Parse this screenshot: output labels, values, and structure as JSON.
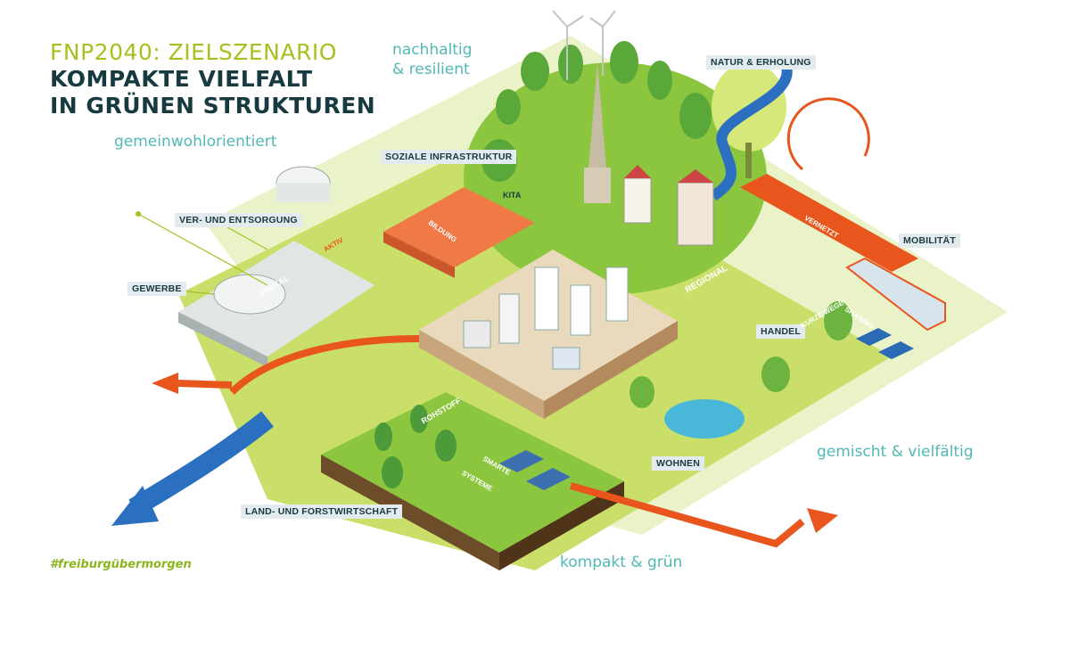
{
  "title": {
    "line1": "FNP2040: ZIELSZENARIO",
    "line2": "KOMPAKTE VIELFALT",
    "line3": "IN GRÜNEN STRUKTUREN"
  },
  "taglines": {
    "nachhaltig_1": "nachhaltig",
    "nachhaltig_2": "& resilient",
    "gemeinwohl": "gemeinwohlorientiert",
    "gemischt": "gemischt & vielfältig",
    "kompakt": "kompakt & grün"
  },
  "labels": {
    "natur": "NATUR & ERHOLUNG",
    "soziale": "SOZIALE INFRASTRUKTUR",
    "ver": "VER- UND ENTSORGUNG",
    "gewerbe": "GEWERBE",
    "mobilitaet": "MOBILITÄT",
    "handel": "HANDEL",
    "wohnen": "WOHNEN",
    "land": "LAND- UND FORSTWIRTSCHAFT"
  },
  "in_scene_words": {
    "aktiv": "AKTIV",
    "digital": "DIGITAL",
    "kita": "KITA",
    "bildung": "BILDUNG",
    "regional": "REGIONAL",
    "vernetzt": "VERNETZT",
    "kurze_wege": "KURZE WEGE",
    "sharing": "SHARING",
    "rohstoff": "ROHSTOFF",
    "smarte": "SMARTE",
    "systeme": "SYSTEME"
  },
  "hashtag": "#freiburgübermorgen",
  "colors": {
    "title_green": "#a3c21f",
    "title_dark": "#173a40",
    "tagline_teal": "#52b8b4",
    "label_bg": "#e4ebee",
    "arrow_orange": "#e8561e",
    "arrow_blue": "#2a6fc0",
    "grass": "#8cc63f",
    "light_green": "#d6e87a"
  }
}
